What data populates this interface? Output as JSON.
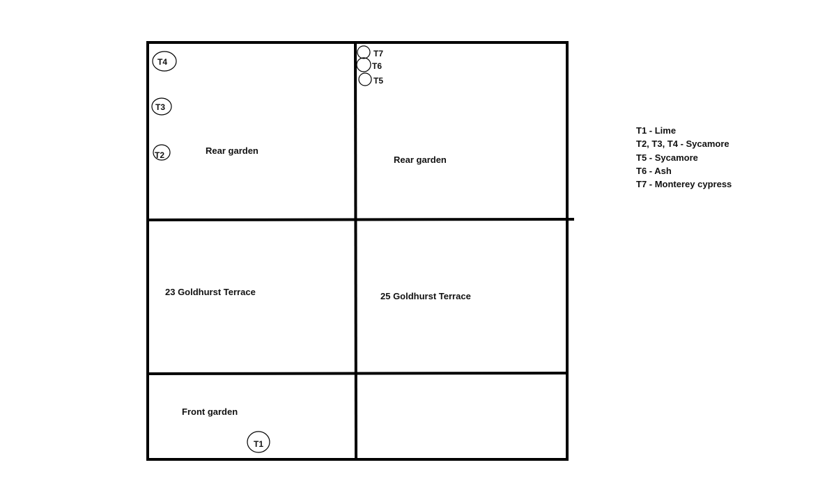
{
  "plan": {
    "areas": [
      {
        "id": "rear-garden-23",
        "label": "Rear garden"
      },
      {
        "id": "rear-garden-25",
        "label": "Rear garden"
      },
      {
        "id": "house-23",
        "label": "23 Goldhurst Terrace"
      },
      {
        "id": "house-25",
        "label": "25 Goldhurst Terrace"
      },
      {
        "id": "front-garden-23",
        "label": "Front garden"
      }
    ],
    "trees": [
      {
        "id": "t1",
        "label": "T1"
      },
      {
        "id": "t2",
        "label": "T2"
      },
      {
        "id": "t3",
        "label": "T3"
      },
      {
        "id": "t4",
        "label": "T4"
      },
      {
        "id": "t5",
        "label": "T5"
      },
      {
        "id": "t6",
        "label": "T6"
      },
      {
        "id": "t7",
        "label": "T7"
      }
    ]
  },
  "legend": {
    "items": [
      "T1 - Lime",
      "T2, T3, T4 - Sycamore",
      "T5 - Sycamore",
      "T6 - Ash",
      "T7 - Monterey cypress"
    ]
  }
}
